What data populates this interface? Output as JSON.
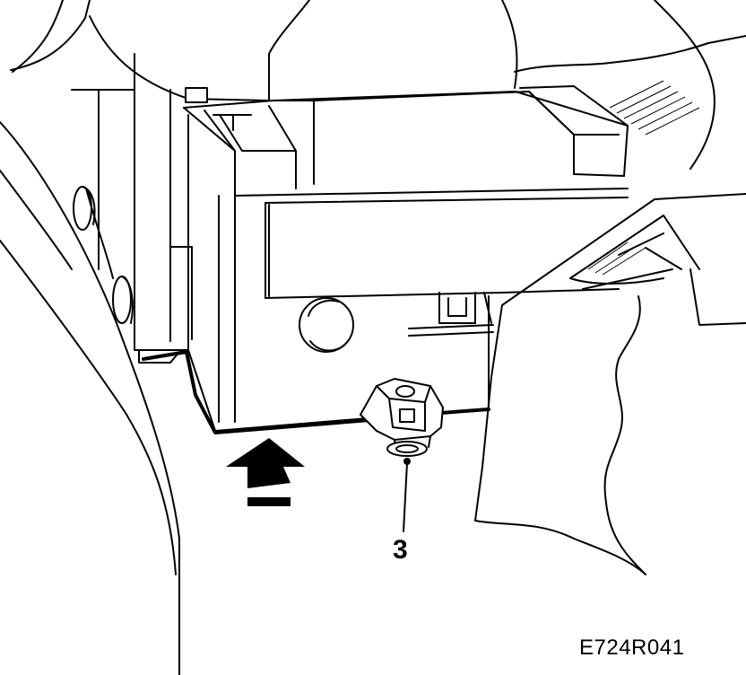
{
  "callout": {
    "label": "3",
    "target": "fastener-clip"
  },
  "figure": {
    "code": "E724R041"
  },
  "indicators": {
    "arrow": "up-arrow-icon"
  },
  "colors": {
    "line": "#000000",
    "background": "#ffffff"
  }
}
